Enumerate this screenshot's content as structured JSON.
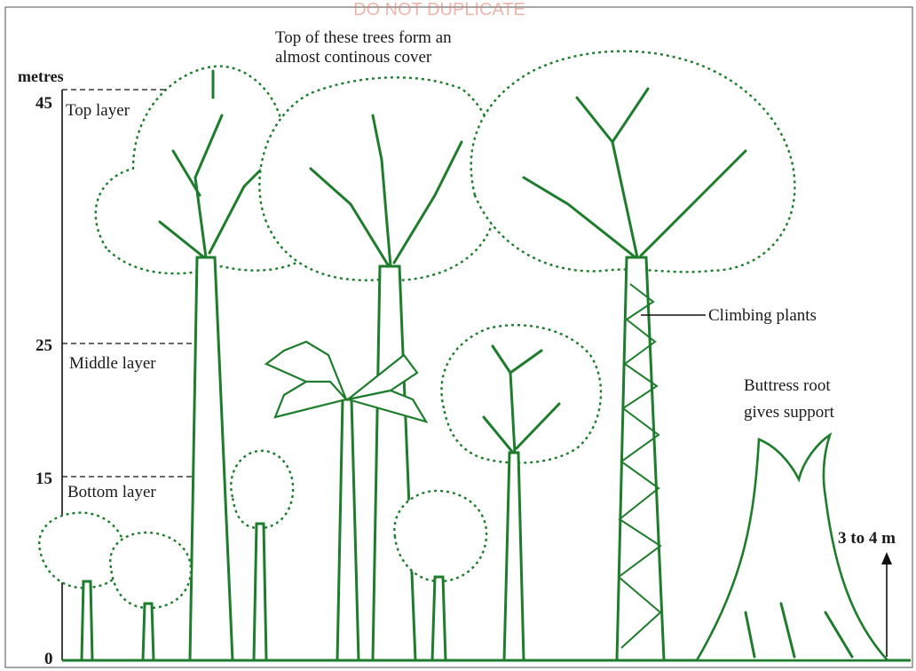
{
  "watermark": "DO NOT DUPLICATE",
  "axis": {
    "unit_label": "metres",
    "ticks": [
      "45",
      "25",
      "15",
      "0"
    ]
  },
  "layers": {
    "top": "Top layer",
    "middle": "Middle layer",
    "bottom": "Bottom layer"
  },
  "annotations": {
    "canopy_line1": "Top of these trees form an",
    "canopy_line2": "almost continous cover",
    "climbing": "Climbing plants",
    "buttress_line1": "Buttress root",
    "buttress_line2": "gives support",
    "buttress_height": "3 to 4 m"
  },
  "colors": {
    "vegetation": "#1e7d2c",
    "text": "#1a1a1a",
    "watermark": "#e07a6a"
  }
}
